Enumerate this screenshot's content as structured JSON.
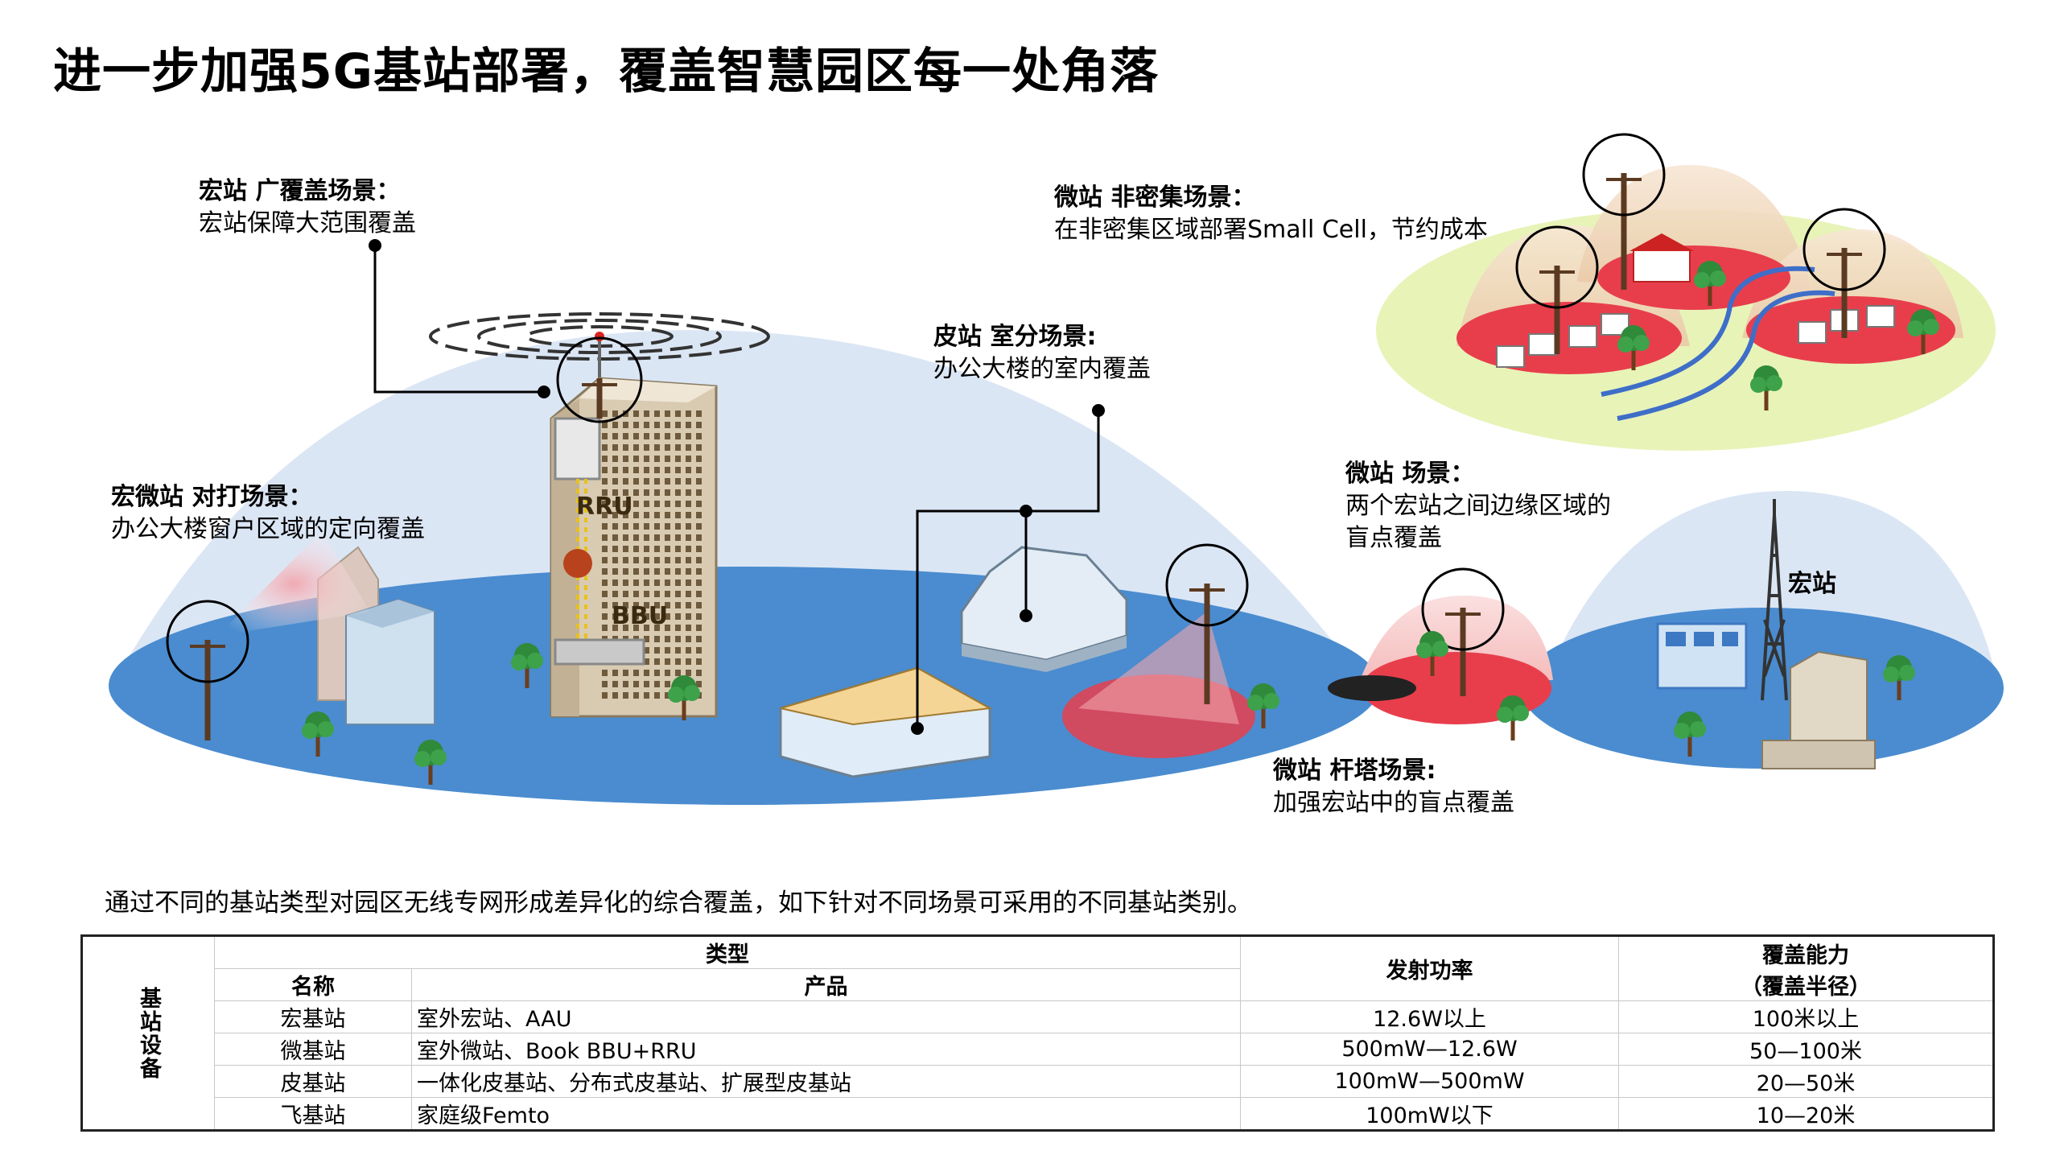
{
  "title": "进一步加强5G基站部署，覆盖智慧园区每一处角落",
  "scenarios": {
    "macro_wide": {
      "heading": "宏站  广覆盖场景：",
      "desc": "宏站保障大范围覆盖"
    },
    "macro_micro": {
      "heading": "宏微站 对打场景：",
      "desc": "办公大楼窗户区域的定向覆盖"
    },
    "pico_indoor": {
      "heading": "皮站 室分场景:",
      "desc": "办公大楼的室内覆盖"
    },
    "micro_sparse": {
      "heading": "微站 非密集场景：",
      "desc": "在非密集区域部署Small Cell，节约成本"
    },
    "micro_edge": {
      "heading": "微站 场景：",
      "desc1": "两个宏站之间边缘区域的",
      "desc2": "盲点覆盖"
    },
    "micro_pole": {
      "heading": "微站 杆塔场景:",
      "desc": "加强宏站中的盲点覆盖"
    }
  },
  "building_labels": {
    "rru": "RRU",
    "bbu": "BBU",
    "macro": "宏站"
  },
  "intro": "通过不同的基站类型对园区无线专网形成差异化的综合覆盖，如下针对不同场景可采用的不同基站类别。",
  "table": {
    "row_header": "基站设备",
    "type_header": "类型",
    "name_header": "名称",
    "product_header": "产品",
    "power_header": "发射功率",
    "coverage_header1": "覆盖能力",
    "coverage_header2": "（覆盖半径）",
    "rows": [
      {
        "name": "宏基站",
        "product": "室外宏站、AAU",
        "power": "12.6W以上",
        "coverage": "100米以上"
      },
      {
        "name": "微基站",
        "product": "室外微站、Book BBU+RRU",
        "power": "500mW—12.6W",
        "coverage": "50—100米"
      },
      {
        "name": "皮基站",
        "product": "一体化皮基站、分布式皮基站、扩展型皮基站",
        "power": "100mW—500mW",
        "coverage": "20—50米"
      },
      {
        "name": "飞基站",
        "product": "家庭级Femto",
        "power": "100mW以下",
        "coverage": "10—20米"
      }
    ]
  },
  "colors": {
    "ground_blue": "#4a8ccf",
    "dome_blue": "#dbe6f5",
    "coverage_red": "#e83e4c",
    "dome_green": "#e8f3b8",
    "pole_brown": "#5b3a22"
  }
}
